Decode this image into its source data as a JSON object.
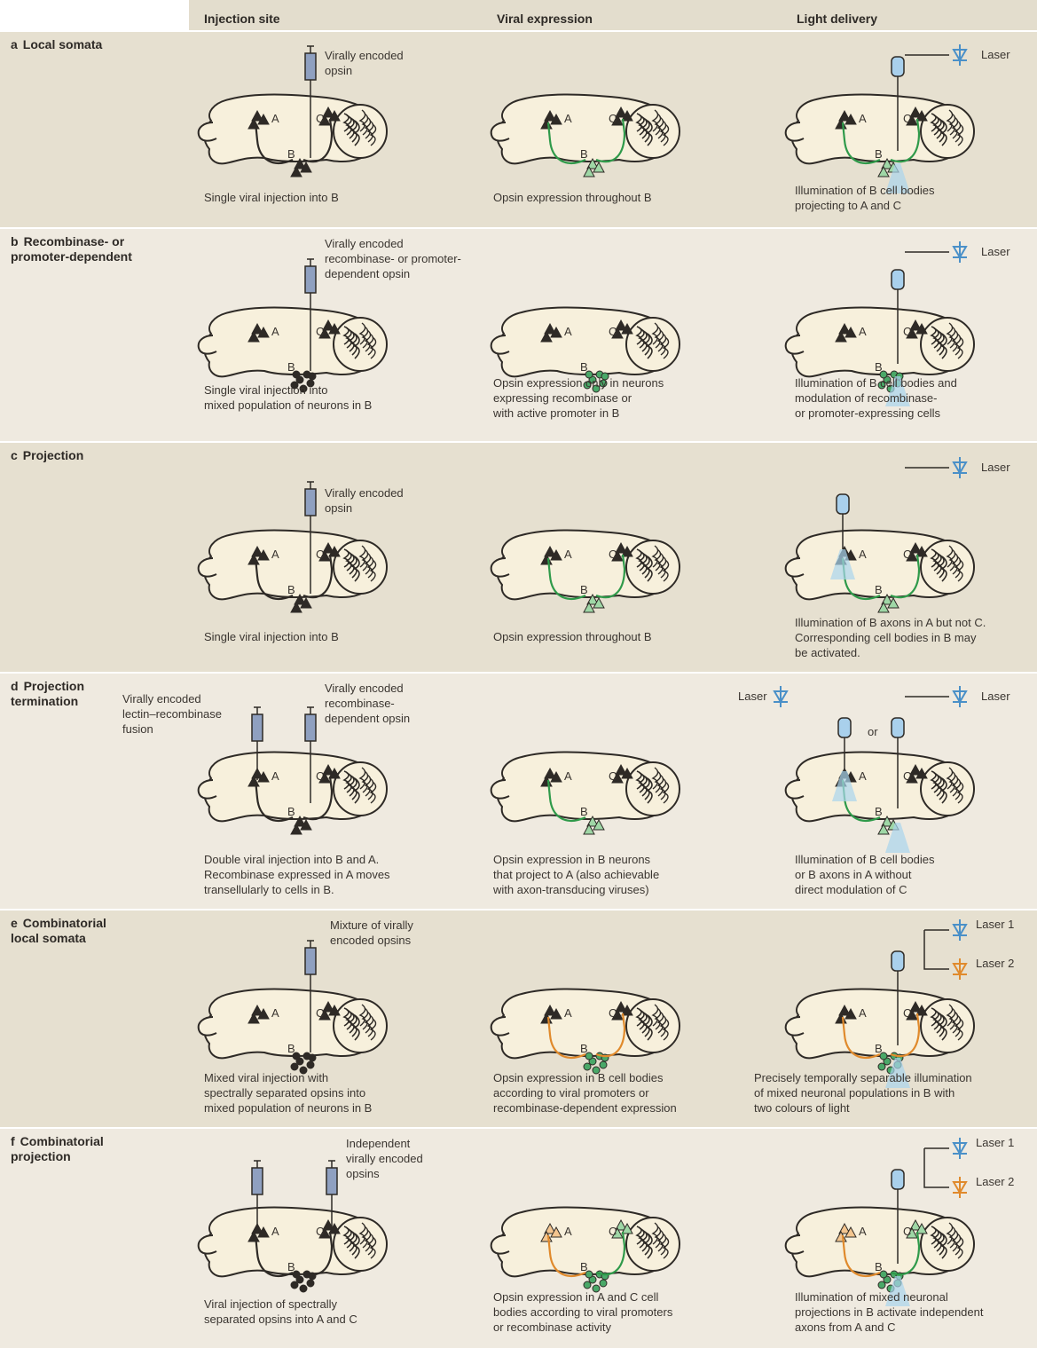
{
  "columns": [
    "Injection site",
    "Viral expression",
    "Light delivery"
  ],
  "region_labels": {
    "a": "A",
    "b": "B",
    "c": "C"
  },
  "rows": [
    {
      "letter": "a",
      "title": "Local somata",
      "injection_label": "Virally encoded\nopsin",
      "captions": [
        "Single viral injection into B",
        "Opsin expression throughout B",
        "Illumination of B cell bodies\nprojecting to A and C"
      ],
      "laser": "Laser"
    },
    {
      "letter": "b",
      "title": "Recombinase- or\npromoter-dependent",
      "injection_label": "Virally encoded\nrecombinase- or promoter-\ndependent opsin",
      "captions": [
        "Single viral injection into\nmixed population of neurons in B",
        "Opsin expression only in neurons\nexpressing recombinase or\nwith active promoter in B",
        "Illumination of B cell bodies and\nmodulation of recombinase-\nor promoter-expressing cells"
      ],
      "laser": "Laser"
    },
    {
      "letter": "c",
      "title": "Projection",
      "injection_label": "Virally encoded\nopsin",
      "captions": [
        "Single viral injection into B",
        "Opsin expression throughout B",
        "Illumination of B axons in A but not C.\nCorresponding cell bodies in B may\nbe activated."
      ],
      "laser": "Laser"
    },
    {
      "letter": "d",
      "title": "Projection\ntermination",
      "injection_label_left": "Virally encoded\nlectin–recombinase\nfusion",
      "injection_label": "Virally encoded\nrecombinase-\ndependent opsin",
      "captions": [
        "Double viral injection into B and A.\nRecombinase expressed in A moves\ntransellularly to cells in B.",
        "Opsin expression in B neurons\nthat project to A (also achievable\nwith axon-transducing viruses)",
        "Illumination of B cell bodies\nor B axons in A without\ndirect modulation of C"
      ],
      "laser": "Laser",
      "or": "or"
    },
    {
      "letter": "e",
      "title": "Combinatorial\nlocal somata",
      "injection_label": "Mixture of virally\nencoded opsins",
      "captions": [
        "Mixed viral injection with\nspectrally separated opsins into\nmixed population of neurons in B",
        "Opsin expression in B cell bodies\naccording to viral promoters or\nrecombinase-dependent expression",
        "Precisely temporally separable illumination\nof mixed neuronal populations in B  with\ntwo colours of light"
      ],
      "laser1": "Laser 1",
      "laser2": "Laser 2"
    },
    {
      "letter": "f",
      "title": "Combinatorial\nprojection",
      "injection_label": "Independent\nvirally encoded\nopsins",
      "captions": [
        "Viral injection of spectrally\nseparated opsins into A and C",
        "Opsin expression in A and C cell\nbodies according to viral promoters\nor recombinase activity",
        "Illumination of mixed neuronal\nprojections in B activate independent\naxons from A and C"
      ],
      "laser1": "Laser 1",
      "laser2": "Laser 2"
    }
  ],
  "colors": {
    "brain_fill": "#f7f0dc",
    "brain_stroke": "#2e2a26",
    "opsin_green": "#2f9a4a",
    "opsin_orange": "#e08a2c",
    "laser_blue": "#4a90c8",
    "light_glow": "#a9d4ec",
    "syringe": "#8fa0c0",
    "row_bg": "#e6e0d0"
  }
}
